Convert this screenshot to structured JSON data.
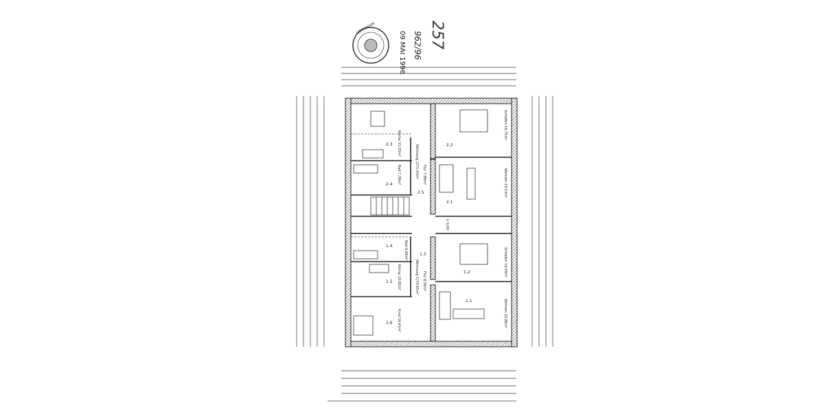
{
  "stamp": {
    "text": "GÖTTINGEN",
    "date": "09 MAI 1996"
  },
  "handwritten": {
    "file_no": "962/96",
    "page_no": "257"
  },
  "apartment_top": {
    "title": "Wohnung 2/71,43m²",
    "rooms": [
      {
        "number": "2.1",
        "label": "Wohnen 19,53m²"
      },
      {
        "number": "2.2",
        "label": "Schlafen 16,75m²"
      },
      {
        "number": "2.3",
        "label": "Küche 11,03m²"
      },
      {
        "number": "2.4",
        "label": "Bad 7,38m²"
      },
      {
        "number": "2.5",
        "label": "Flur 7,89m²"
      }
    ]
  },
  "apartment_bottom": {
    "title": "Wohnung 1/74,65m²",
    "rooms": [
      {
        "number": "1.1",
        "label": "Wohnen 20,86m²"
      },
      {
        "number": "1.2",
        "label": "Schlafen 16,59m²"
      },
      {
        "number": "1.3",
        "label": "Flur 6,56m²"
      },
      {
        "number": "1.4",
        "label": "Bad 6,86m²"
      },
      {
        "number": "1.5",
        "label": "Küche 10,82m²"
      },
      {
        "number": "1.6",
        "label": "Kind 14,41m²"
      }
    ]
  },
  "markers": {
    "level": "± 0,00"
  },
  "colors": {
    "ink": "#222222",
    "paper": "#ffffff"
  }
}
